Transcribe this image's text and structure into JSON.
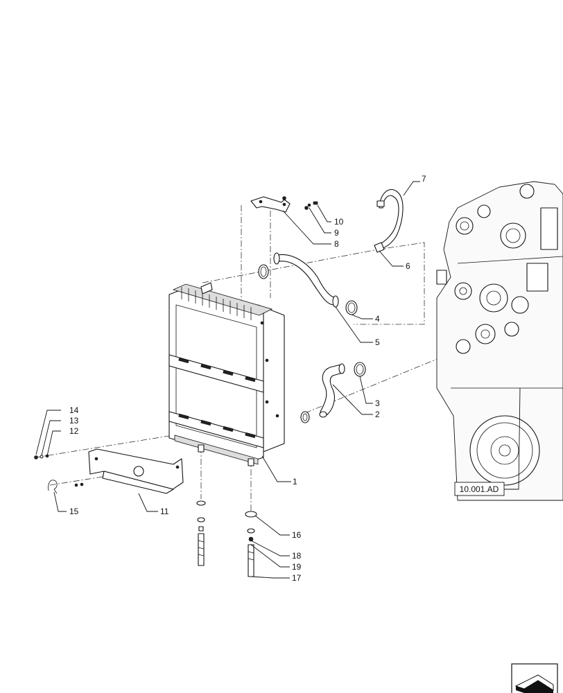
{
  "callouts": [
    {
      "id": "c1",
      "label": "1"
    },
    {
      "id": "c2",
      "label": "2"
    },
    {
      "id": "c3",
      "label": "3"
    },
    {
      "id": "c4",
      "label": "4"
    },
    {
      "id": "c5",
      "label": "5"
    },
    {
      "id": "c6",
      "label": "6"
    },
    {
      "id": "c7",
      "label": "7"
    },
    {
      "id": "c8",
      "label": "8"
    },
    {
      "id": "c9",
      "label": "9"
    },
    {
      "id": "c10",
      "label": "10"
    },
    {
      "id": "c11",
      "label": "11"
    },
    {
      "id": "c12",
      "label": "12"
    },
    {
      "id": "c13",
      "label": "13"
    },
    {
      "id": "c14",
      "label": "14"
    },
    {
      "id": "c15",
      "label": "15"
    },
    {
      "id": "c16",
      "label": "16"
    },
    {
      "id": "c17",
      "label": "17"
    },
    {
      "id": "c18",
      "label": "18"
    },
    {
      "id": "c19",
      "label": "19"
    }
  ],
  "reference": {
    "label": "10.001.AD"
  },
  "corner_mark": {
    "icon": "arrow-nav-icon"
  }
}
